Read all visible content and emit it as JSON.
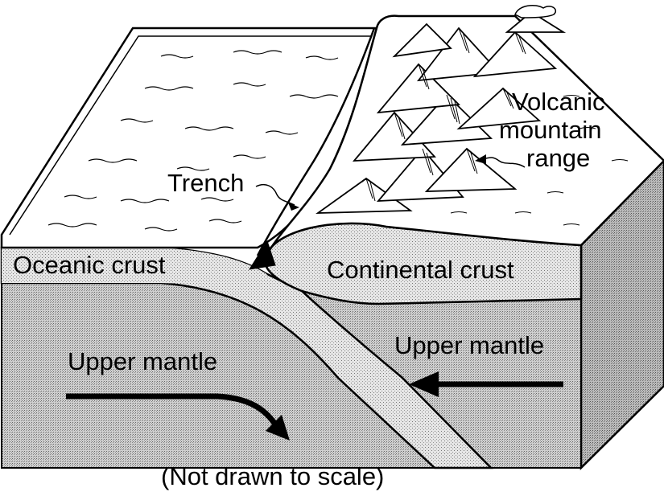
{
  "labels": {
    "volcanic_line1": "Volcanic",
    "volcanic_line2": "mountain",
    "volcanic_line3": "range",
    "trench": "Trench",
    "oceanic_crust": "Oceanic crust",
    "continental_crust": "Continental crust",
    "upper_mantle_left": "Upper mantle",
    "upper_mantle_right": "Upper mantle",
    "caption": "(Not drawn to scale)"
  },
  "colors": {
    "ink": "#000000",
    "paper": "#ffffff",
    "stipple_light": "#d9d9d9",
    "stipple_mid": "#bdbdbd",
    "stipple_dark": "#a8a8a8"
  }
}
